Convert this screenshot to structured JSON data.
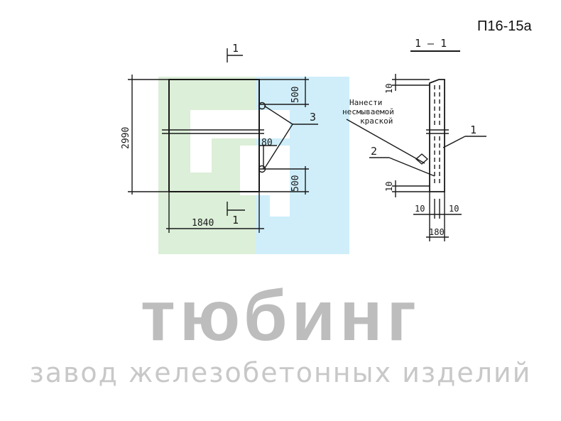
{
  "drawing": {
    "code": "П16-15а",
    "section_mark": "1",
    "section_title": "1 — 1",
    "dims": {
      "height": "2990",
      "width": "1840",
      "top_offset": "500",
      "bottom_offset": "500",
      "gap": "80",
      "section_top": "10",
      "section_bottom": "10",
      "section_left": "10",
      "section_right": "10",
      "thickness": "180"
    },
    "callouts": {
      "loops": "3",
      "mark": "2",
      "panel": "1",
      "note_line1": "Нанести",
      "note_line2": "несмываемой",
      "note_line3": "краской"
    }
  },
  "watermark": {
    "brand": "тюбинг",
    "tagline": "завод железобетонных изделий",
    "brand_color": "#bdbdbd",
    "tagline_color": "#c8c8c8",
    "green": "#dcefd8",
    "blue": "#cfeefa"
  }
}
